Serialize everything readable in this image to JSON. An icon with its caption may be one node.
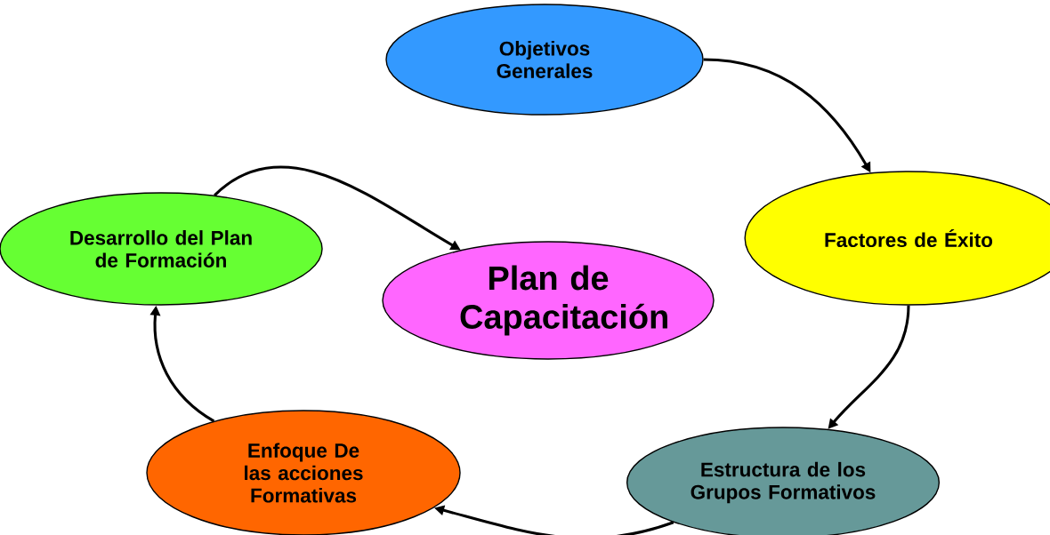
{
  "diagram": {
    "nodes": [
      {
        "text": [
          "Objetivos Generales"
        ]
      },
      {
        "text": [
          "Desarrollo del Plan de Formación"
        ]
      },
      {
        "text": [
          "Factores de Éxito"
        ]
      },
      {
        "text": [
          "Plan de Capacitación"
        ]
      },
      {
        "text": [
          "Enfoque De las acciones Formativas"
        ]
      },
      {
        "text": [
          "Estructura de los Grupos Formativos"
        ]
      }
    ],
    "edges": [
      {
        "from": 0,
        "to": 2,
        "arrow": "to"
      },
      {
        "from": 2,
        "to": 5,
        "arrow": "to"
      },
      {
        "from": 5,
        "to": 4,
        "arrow": "to"
      },
      {
        "from": 4,
        "to": 1,
        "arrow": "to"
      },
      {
        "from": 1,
        "to": 3,
        "arrow": "to"
      }
    ]
  }
}
